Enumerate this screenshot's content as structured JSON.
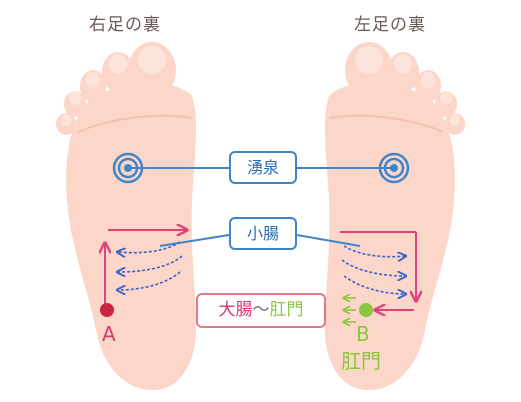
{
  "titles": {
    "right_foot": "右足の裏",
    "left_foot": "左足の裏"
  },
  "labels": {
    "yusen": "湧泉",
    "shocho": "小腸",
    "daicho": "大腸",
    "daicho_sep": "〜",
    "komon_in_box": "肛門",
    "point_a": "A",
    "point_b": "B",
    "komon": "肛門"
  },
  "colors": {
    "skin": "#fbd6c9",
    "skin_shadow": "#f3c2b2",
    "acupoint": "#3e86c7",
    "small_intestine_arrow": "#3a66c8",
    "large_intestine_arrow": "#e0427c",
    "point_a": "#c8243f",
    "point_b": "#8cc63f"
  },
  "icons": [
    "acupoint-target-icon",
    "arrow-icon",
    "dot-marker-icon"
  ]
}
